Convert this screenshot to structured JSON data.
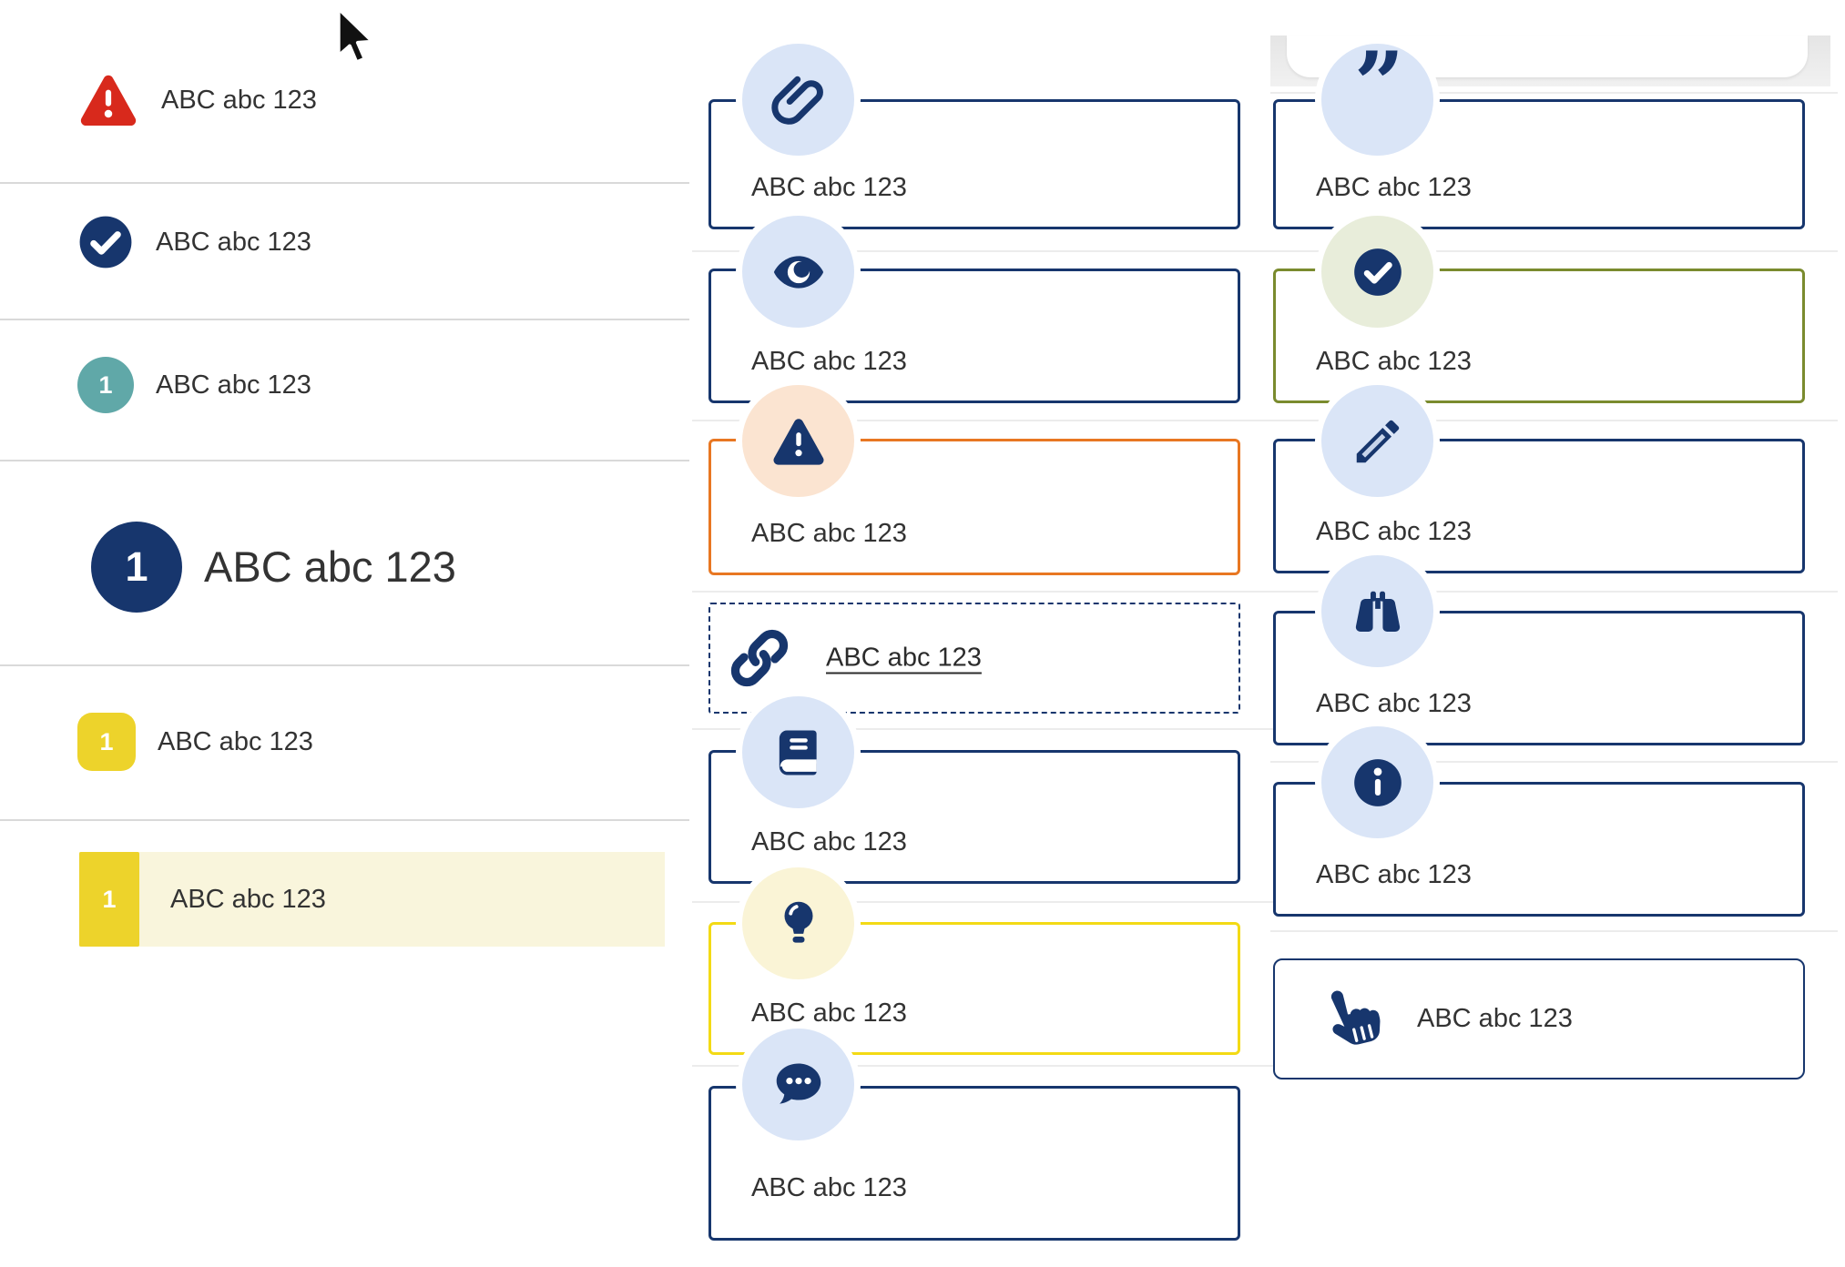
{
  "colors": {
    "navy": "#17366D",
    "light_blue": "#DAE5F7",
    "red": "#D8291C",
    "teal": "#60A8A8",
    "yellow_badge": "#EDD32B",
    "pale_yellow_highlight": "#F9F5DC",
    "orange_border": "#E87722",
    "peach": "#FBE4D1",
    "olive_border": "#7A8B2E",
    "sage": "#E8EDDA",
    "cream": "#FAF4D6",
    "bright_yellow_border": "#F3DA15",
    "divider": "#D9D9D9",
    "text": "#333333"
  },
  "cursor": {
    "icon": "arrow-cursor"
  },
  "left_list": {
    "items": [
      {
        "icon": "alert-triangle-icon",
        "label": "ABC abc 123"
      },
      {
        "icon": "check-circle-icon",
        "label": "ABC abc 123"
      },
      {
        "icon": "numbered-badge-teal",
        "badge": "1",
        "label": "ABC abc 123"
      },
      {
        "icon": "numbered-badge-navy-large",
        "badge": "1",
        "label": "ABC abc 123"
      },
      {
        "icon": "numbered-badge-yellow-rounded",
        "badge": "1",
        "label": "ABC abc 123"
      },
      {
        "icon": "numbered-badge-yellow-square",
        "badge": "1",
        "label": "ABC abc 123",
        "highlighted": true
      }
    ]
  },
  "middle_column": {
    "cards": [
      {
        "icon": "paperclip-icon",
        "label": "ABC abc 123",
        "variant": "navy"
      },
      {
        "icon": "eye-icon",
        "label": "ABC abc 123",
        "variant": "navy"
      },
      {
        "icon": "warning-triangle-icon",
        "label": "ABC abc 123",
        "variant": "orange"
      },
      {
        "icon": "link-icon",
        "label": "ABC abc 123",
        "variant": "dashed-link"
      },
      {
        "icon": "book-icon",
        "label": "ABC abc 123",
        "variant": "navy"
      },
      {
        "icon": "lightbulb-icon",
        "label": "ABC abc 123",
        "variant": "yellow"
      },
      {
        "icon": "chat-bubble-icon",
        "label": "ABC abc 123",
        "variant": "navy"
      }
    ]
  },
  "right_column": {
    "cards": [
      {
        "icon": "quote-icon",
        "glyph": "”",
        "label": "ABC abc 123",
        "variant": "navy"
      },
      {
        "icon": "check-circle-icon",
        "label": "ABC abc 123",
        "variant": "olive"
      },
      {
        "icon": "pencil-icon",
        "label": "ABC abc 123",
        "variant": "navy"
      },
      {
        "icon": "binoculars-icon",
        "label": "ABC abc 123",
        "variant": "navy"
      },
      {
        "icon": "info-circle-icon",
        "label": "ABC abc 123",
        "variant": "navy"
      },
      {
        "icon": "hand-pointer-icon",
        "label": "ABC abc 123",
        "variant": "navy-slim"
      }
    ]
  }
}
